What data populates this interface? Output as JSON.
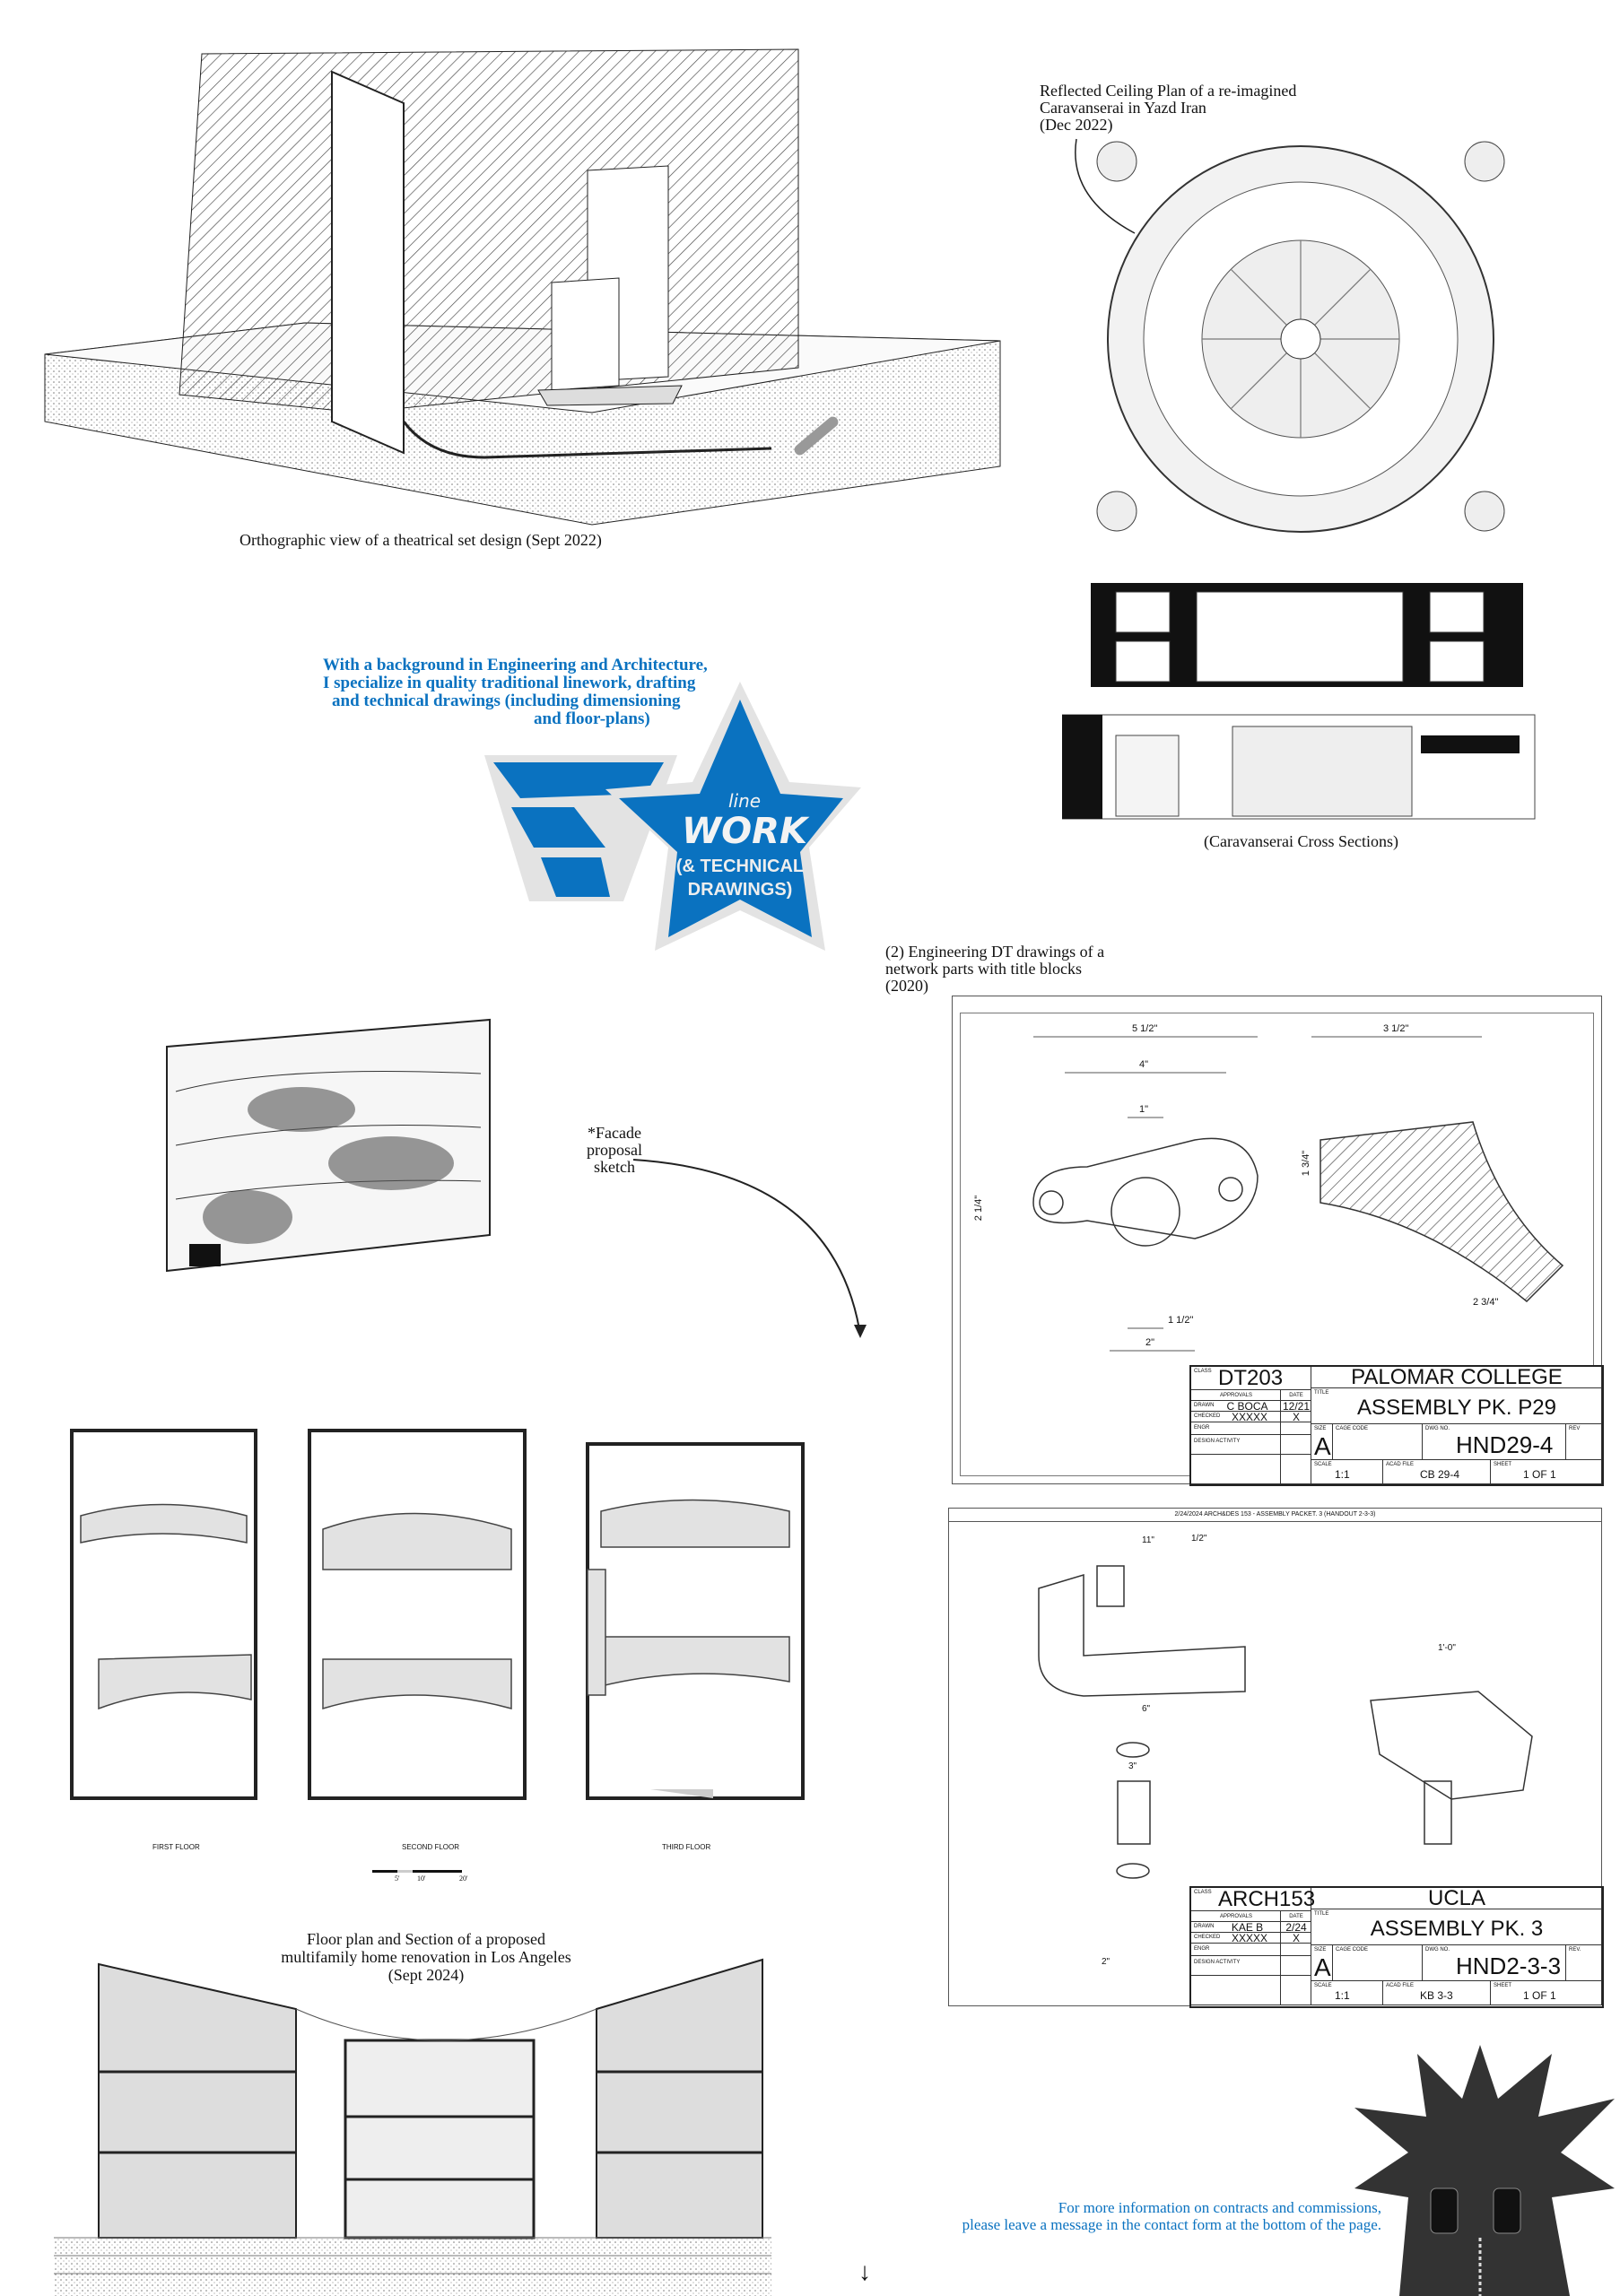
{
  "captions": {
    "theatre": "Orthographic view of a theatrical set design (Sept 2022)",
    "rcp": [
      "Reflected Ceiling Plan of a re-imagined",
      "Caravanserai in Yazd Iran",
      "(Dec 2022)"
    ],
    "sections": "(Caravanserai Cross Sections)",
    "engineering": [
      "(2) Engineering DT drawings of a",
      "network parts with title blocks",
      "(2020)"
    ],
    "facade": [
      "*Facade",
      "proposal",
      "sketch"
    ],
    "floorplan": [
      "Floor plan and Section of a proposed",
      "multifamily home renovation in Los Angeles",
      "(Sept 2024)"
    ]
  },
  "intro": [
    "With a background in Engineering and Architecture,",
    "I specialize in quality traditional linework, drafting",
    "and technical drawings (including dimensioning",
    "and floor-plans)"
  ],
  "badge": {
    "logo": "LINE WORK",
    "line1": "(& TECHNICAL",
    "line2": "DRAWINGS)",
    "color": "#0a72c0"
  },
  "contact": [
    "For more information on contracts and commissions,",
    "please leave a message in the contact form at the bottom of the page."
  ],
  "floors": {
    "labels": [
      "FIRST FLOOR",
      "SECOND FLOOR",
      "THIRD FLOOR"
    ],
    "scale": [
      "5'",
      "10'",
      "20'"
    ]
  },
  "dims1": [
    "5 1/2\"",
    "4\"",
    "1\"",
    "3 1/2\"",
    "2 1/4\"",
    "1 3/4\"",
    "1 1/2\"",
    "2\"",
    "2 3/4\""
  ],
  "dims2": [
    "11\"",
    "1/2\"",
    "1'-0\"",
    "6\"",
    "3\"",
    "2\""
  ],
  "sheet2_header": "2/24/2024 ARCH&DES 153 - ASSEMBLY PACKET. 3 (HANDOUT 2-3-3)",
  "titleblocks": [
    {
      "class_label": "CLASS",
      "class": "DT203",
      "school": "PALOMAR COLLEGE",
      "approvals": "APPROVALS",
      "date_label": "DATE",
      "drawn_label": "DRAWN",
      "drawn": "C BOCA",
      "drawn_date": "12/21",
      "checked_label": "CHECKED",
      "checked": "XXXXX",
      "checked_date": "X",
      "engr": "ENGR",
      "design": "DESIGN ACTIVITY",
      "title_label": "TITLE",
      "title": "ASSEMBLY PK. P29",
      "size_label": "SIZE",
      "size": "A",
      "cage": "CAGE CODE",
      "dwg_label": "DWG NO.",
      "dwg": "HND29-4",
      "rev": "REV",
      "scale_label": "SCALE",
      "scale": "1:1",
      "acad_label": "ACAD FILE",
      "acad": "CB 29-4",
      "sheet_label": "SHEET",
      "sheet": "1 OF 1"
    },
    {
      "class_label": "CLASS",
      "class": "ARCH153",
      "school": "UCLA",
      "approvals": "APPROVALS",
      "date_label": "DATE",
      "drawn_label": "DRAWN",
      "drawn": "KAE B",
      "drawn_date": "2/24",
      "checked_label": "CHECKED",
      "checked": "XXXXX",
      "checked_date": "X",
      "engr": "ENGR",
      "design": "DESIGN ACTIVITY",
      "title_label": "TITLE",
      "title": "ASSEMBLY PK. 3",
      "size_label": "SIZE",
      "size": "A",
      "cage": "CAGE CODE",
      "dwg_label": "DWG NO.",
      "dwg": "HND2-3-3",
      "rev": "REV.",
      "scale_label": "SCALE",
      "scale": "1:1",
      "acad_label": "ACAD FILE",
      "acad": "KB 3-3",
      "sheet_label": "SHEET",
      "sheet": "1 OF 1"
    }
  ]
}
